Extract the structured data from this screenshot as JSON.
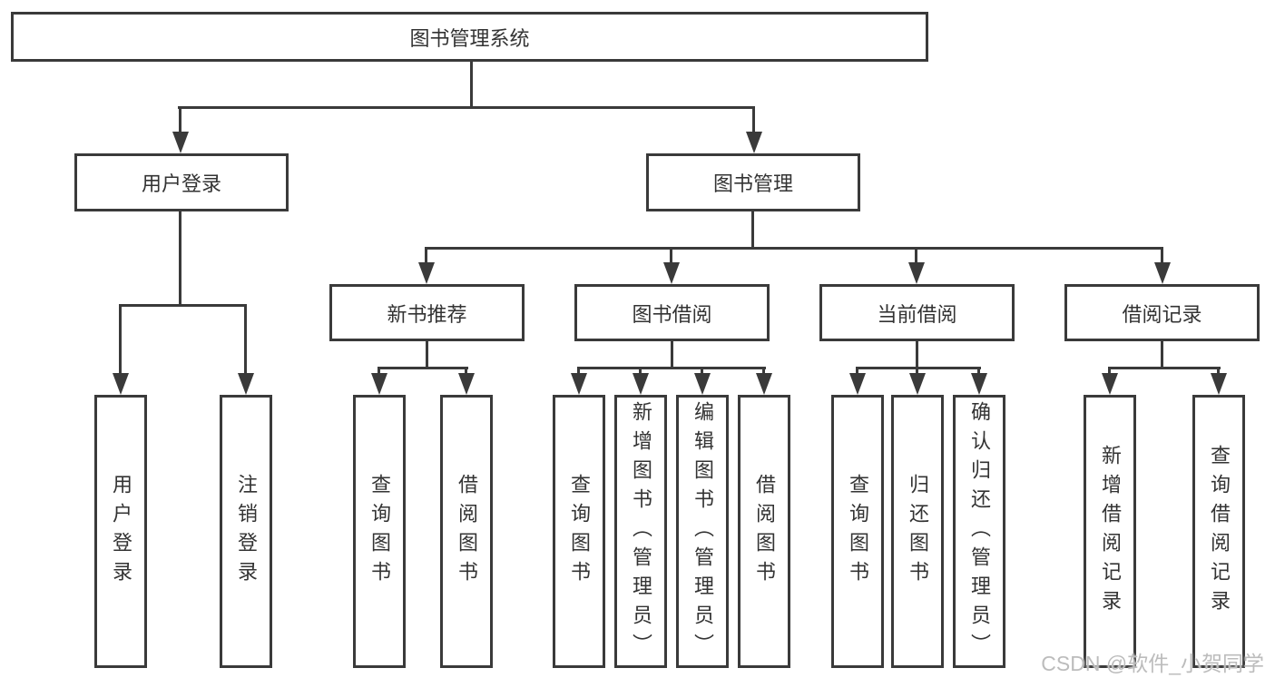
{
  "diagram_title": "图书管理系统",
  "tree": {
    "label": "图书管理系统",
    "children": [
      {
        "label": "用户登录",
        "children": [
          {
            "label": "用户登录"
          },
          {
            "label": "注销登录"
          }
        ]
      },
      {
        "label": "图书管理",
        "children": [
          {
            "label": "新书推荐",
            "children": [
              {
                "label": "查询图书"
              },
              {
                "label": "借阅图书"
              }
            ]
          },
          {
            "label": "图书借阅",
            "children": [
              {
                "label": "查询图书"
              },
              {
                "label": "新增图书（管理员）"
              },
              {
                "label": "编辑图书（管理员）"
              },
              {
                "label": "借阅图书"
              }
            ]
          },
          {
            "label": "当前借阅",
            "children": [
              {
                "label": "查询图书"
              },
              {
                "label": "归还图书"
              },
              {
                "label": "确认归还（管理员）"
              }
            ]
          },
          {
            "label": "借阅记录",
            "children": [
              {
                "label": "新增借阅记录"
              },
              {
                "label": "查询借阅记录"
              }
            ]
          }
        ]
      }
    ]
  },
  "watermark": {
    "text": "CSDN @软件_小贺同学"
  },
  "colors": {
    "node_border": "#3a3a3a",
    "connector": "#3a3a3a",
    "text": "#333333",
    "watermark": "#bcbcbc",
    "background": "#ffffff"
  }
}
